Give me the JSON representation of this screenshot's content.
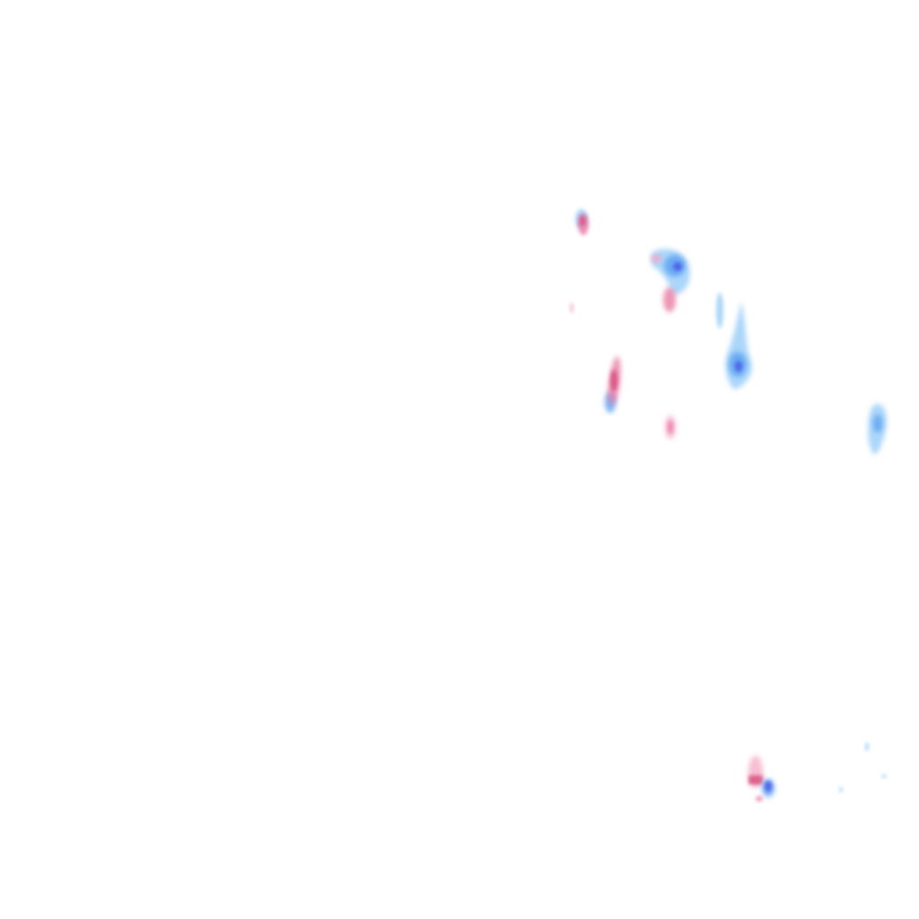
{
  "layer": {
    "kind": "weather-radar-precipitation-overlay",
    "background": "#ffffff",
    "labels": []
  },
  "palette": {
    "rain_light": "#8fc8f8",
    "rain_medium": "#5aa0f0",
    "rain_heavy": "#4a56e8",
    "mixed_light": "#f4a8c4",
    "mixed_medium": "#e87aa4",
    "mixed_heavy": "#d8507e"
  },
  "echoes": [
    {
      "id": "cell-north-west",
      "type": "mixed"
    },
    {
      "id": "cell-north-center",
      "type": "rain"
    },
    {
      "id": "cell-small-left",
      "type": "mixed"
    },
    {
      "id": "cell-streak-right",
      "type": "rain"
    },
    {
      "id": "cell-center-band",
      "type": "mixed"
    },
    {
      "id": "cell-small-center",
      "type": "mixed"
    },
    {
      "id": "cell-east",
      "type": "rain"
    },
    {
      "id": "cell-south-east",
      "type": "mixed"
    },
    {
      "id": "cell-south-east-specks",
      "type": "rain"
    }
  ]
}
